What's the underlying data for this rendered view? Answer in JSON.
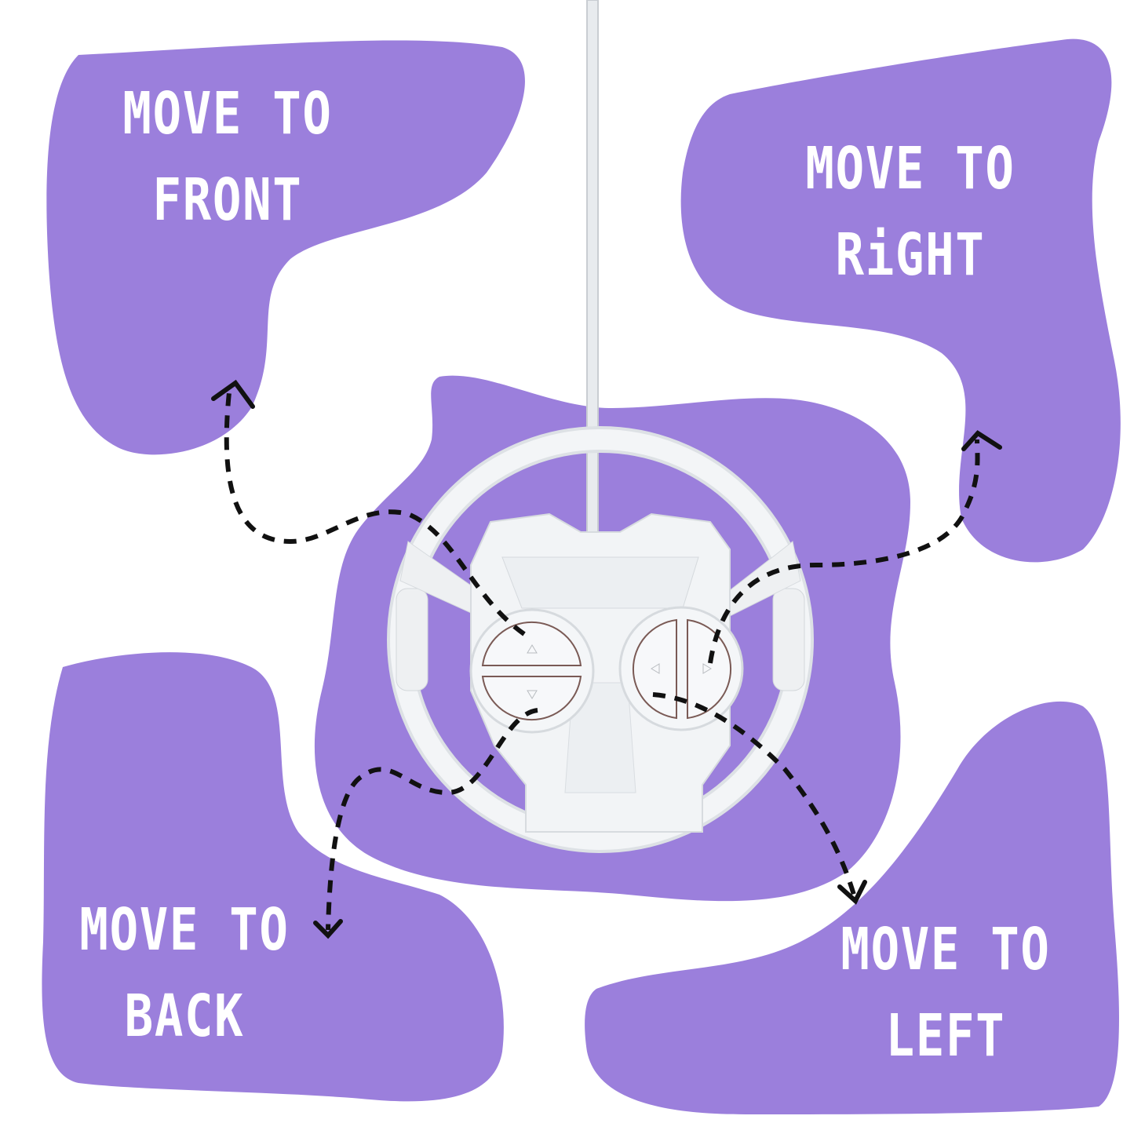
{
  "colors": {
    "blob": "#9b7fdc",
    "background": "#ffffff",
    "text": "#ffffff",
    "arrow": "#111111"
  },
  "labels": {
    "front": {
      "line1": "MOVE TO",
      "line2": "FRONT"
    },
    "right": {
      "line1": "MOVE TO",
      "line2": "RiGHT"
    },
    "back": {
      "line1": "MOVE TO",
      "line2": "BACK"
    },
    "left": {
      "line1": "MOVE TO",
      "line2": "LEFT"
    }
  },
  "remote": {
    "left_button": {
      "up_icon": "triangle-up",
      "down_icon": "triangle-down"
    },
    "right_button": {
      "left_icon": "triangle-left",
      "right_icon": "triangle-right"
    }
  }
}
